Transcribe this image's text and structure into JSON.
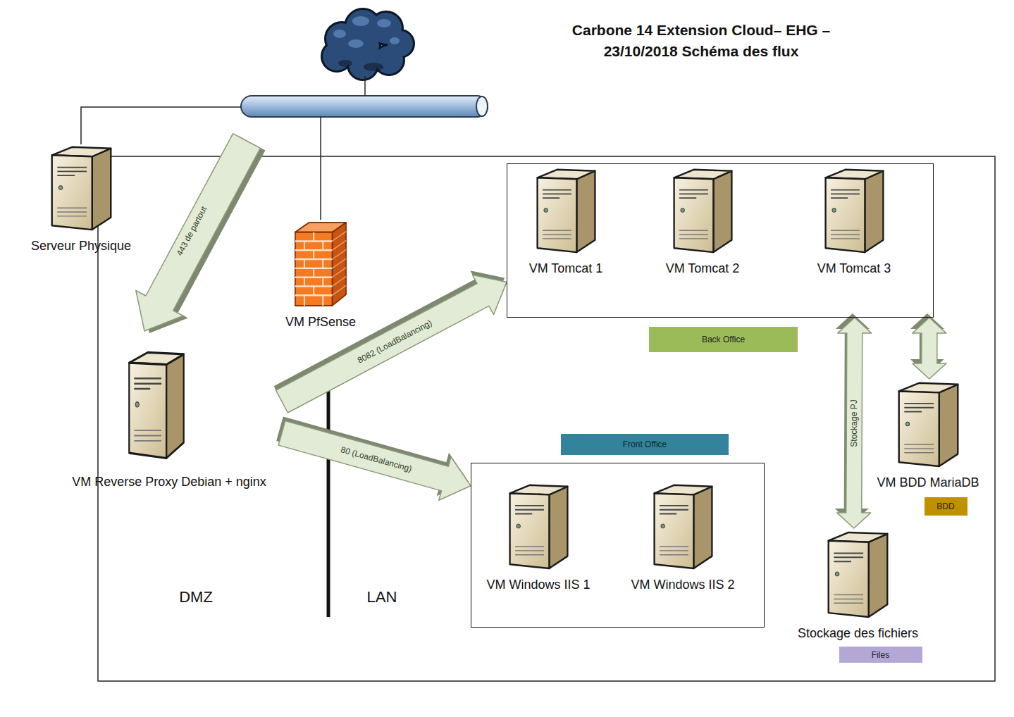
{
  "diagram": {
    "title": "Carbone 14 Extension Cloud– EHG – 23/10/2018 Schéma des flux",
    "nodes": [
      {
        "text": [
          "Serveur Physique"
        ]
      },
      {
        "text": [
          "VM PfSense"
        ]
      },
      {
        "text": [
          "VM Reverse Proxy Debian + nginx"
        ]
      },
      {
        "text": [
          "Back Office"
        ]
      },
      {
        "text": [
          "VM Tomcat 1"
        ],
        "in": 3
      },
      {
        "text": [
          "VM Tomcat 2"
        ],
        "in": 3
      },
      {
        "text": [
          "VM Tomcat 3"
        ],
        "in": 3
      },
      {
        "text": [
          "Front Office"
        ]
      },
      {
        "text": [
          "VM Windows IIS 1"
        ],
        "in": 7
      },
      {
        "text": [
          "VM Windows IIS 2"
        ],
        "in": 7
      },
      {
        "text": [
          "VM BDD MariaDB",
          "BDD"
        ]
      },
      {
        "text": [
          "Stockage des fichiers",
          "Files"
        ]
      }
    ],
    "edges": [
      {
        "from": 2,
        "to": 3,
        "label": "8082 (LoadBalancing)",
        "arrow": "to"
      },
      {
        "from": 2,
        "to": 7,
        "label": "80 (LoadBalancing)",
        "arrow": "to"
      },
      {
        "from": 3,
        "to": 11,
        "label": "Stockage PJ",
        "arrow": "both"
      },
      {
        "from": 3,
        "to": 10,
        "arrow": "both"
      }
    ],
    "labels": [
      "443 de partout",
      "DMZ",
      "LAN"
    ]
  }
}
